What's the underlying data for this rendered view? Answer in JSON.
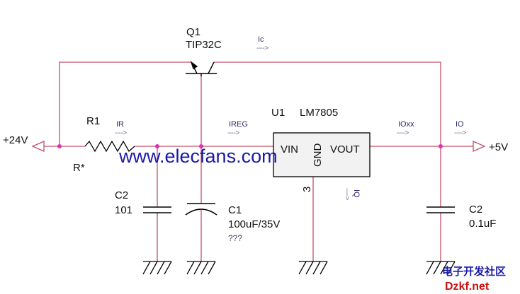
{
  "colors": {
    "wire": "#c0506a",
    "part": "#000000",
    "node": "#e030b0",
    "ic_fill": "#f2f2f2",
    "watermark": "#1a1aa8",
    "brand_red": "#cc1111"
  },
  "components": {
    "q1": {
      "ref": "Q1",
      "value": "TIP32C"
    },
    "u1": {
      "ref": "U1",
      "value": "LM7805",
      "pin_in": "VIN",
      "pin_gnd": "GND",
      "pin_out": "VOUT",
      "gnd_pin_number": "3"
    },
    "r1": {
      "ref": "R1",
      "note": "R*"
    },
    "c2_left": {
      "ref": "C2",
      "value": "101"
    },
    "c1": {
      "ref": "C1",
      "value": "100uF/35V",
      "note": "???"
    },
    "c2_right": {
      "ref": "C2",
      "value": "0.1uF"
    }
  },
  "ports": {
    "input": "+24V",
    "output": "+5V"
  },
  "currents": {
    "ic": "Ic",
    "ir": "IR",
    "ireg": "IREG",
    "ioxx": "IOxx",
    "io": "IO",
    "iq": "IQ",
    "arrow": "---->"
  },
  "watermark": {
    "text": "www.elecfans.com"
  },
  "brand": {
    "line1": "电子开发社区",
    "line2": "Dzkf.net"
  }
}
